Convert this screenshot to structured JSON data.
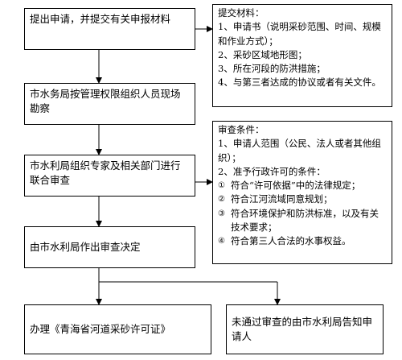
{
  "flow": {
    "step1": "提出申请，并提交有关申报材料",
    "step2": "市水务局按管理权限组织人员现场勘察",
    "step3": "市水利局组织专家及相关部门进行联合审查",
    "step4": "由市水利局作出审查决定",
    "outcome_approved": "办理《青海省河道采砂许可证》",
    "outcome_rejected": "未通过审查的由市水利局告知申请人"
  },
  "materials": {
    "heading": "提交材料：",
    "items": [
      "1、申请书（说明采砂范围、时间、规模和作业方式）；",
      "2、采砂区域地形图；",
      "3、所在河段的防洪措施；",
      "4、与第三者达成的协议或者有关文件。"
    ]
  },
  "conditions": {
    "heading": "审查条件：",
    "items": [
      "1、申请人范围（公民、法人或者其他组织）；",
      "2、准予行政许可的条件："
    ],
    "sub_items": [
      {
        "mark": "①",
        "text": "符合“许可依据”中的法律规定；"
      },
      {
        "mark": "②",
        "text": "符合江河流域同意规划；"
      },
      {
        "mark": "③",
        "text": "符合环境保护和防洪标准，以及有关技术要求；"
      },
      {
        "mark": "④",
        "text": "符合第三人合法的水事权益。"
      }
    ]
  }
}
